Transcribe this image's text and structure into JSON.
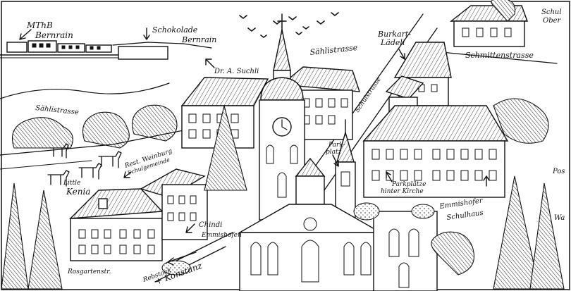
{
  "labels": {
    "mthb": "MThB",
    "bernrain_station": "Bernrain",
    "schokolade": "Schokolade",
    "schokolade_bernrain": "Bernrain",
    "dr_suchli": "Dr. A. Suchli",
    "sahlistrasse_top": "Sählistrasse",
    "sahlistrasse_left": "Sählistrasse",
    "burkart_1": "Burkart-",
    "burkart_2": "Lädeli",
    "schule_1": "Schul",
    "schule_2": "Ober",
    "schmittenstrasse": "Schmittenstrasse",
    "schulstrasse": "Schulstrasse",
    "parkplatz_1": "Park-",
    "parkplatz_2": "platz",
    "rest_weinburg_1": "Rest. Weinburg",
    "rest_weinburg_2": "Schulgemeinde",
    "little": "Little",
    "kenia": "Kenia",
    "parkplaetze_1": "Parkplätze",
    "parkplaetze_2": "hinter Kirche",
    "emmishofer_1": "Emmishofer",
    "emmishofer_2": "Schulhaus",
    "chindi_1": "Chindi",
    "chindi_2": "Emmishofen",
    "rosgarten": "Rosgartenstr.",
    "rebstock": "Rebstock",
    "konstanz": "+ Konstanz",
    "post": "Pos",
    "right_edge": "Wa"
  }
}
